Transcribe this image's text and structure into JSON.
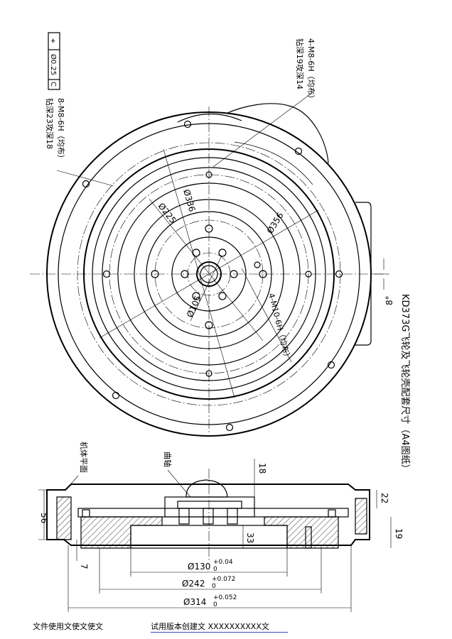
{
  "title": "KD373G飞轮及飞轮壳配套尺寸（A4图纸）",
  "gdt": {
    "symbol": "⌖",
    "tolerance": "Ø0.25",
    "datum": "C"
  },
  "callouts": {
    "m8_4_line1": "4-M8-6H（均布）",
    "m8_4_line2": "钻深19攻深14",
    "m8_8_line1": "8-M8-6H（均布）",
    "m8_8_line2": "钻深23攻深18",
    "m10_line": "4-M10-6H（均布）"
  },
  "dims": {
    "d336": "Ø336",
    "d225": "Ø225",
    "d356": "Ø356",
    "d105": "Ø105",
    "angle": "8°",
    "h56": "56",
    "h18": "18",
    "h22": "22",
    "h19": "19",
    "h33": "33",
    "h7": "7",
    "d130": "Ø130",
    "d130_up": "+0.04",
    "d130_lo": "0",
    "d242": "Ø242",
    "d242_up": "+0.072",
    "d242_lo": "0",
    "d314": "Ø314",
    "d314_up": "+0.052",
    "d314_lo": "0"
  },
  "labels": {
    "crankshaft": "曲轴",
    "body_plane": "机体平面"
  },
  "footer": {
    "left": "文件使用文使文使文",
    "right": "试用版本创建文 XXXXXXXXXX文"
  }
}
